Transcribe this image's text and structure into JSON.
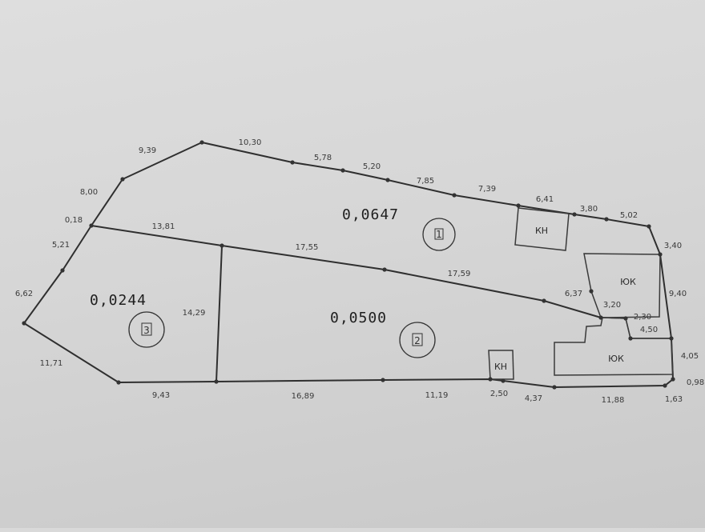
{
  "plots": [
    {
      "number": "1",
      "area": "0,0647"
    },
    {
      "number": "2",
      "area": "0,0500"
    },
    {
      "number": "3",
      "area": "0,0244"
    }
  ],
  "buildings": {
    "kn_top": "КН",
    "kn_bottom": "КН",
    "yuk_top": "ЮК",
    "yuk_bottom": "ЮК"
  },
  "dimensions": {
    "d_9_39": "9,39",
    "d_10_30": "10,30",
    "d_5_78": "5,78",
    "d_5_20": "5,20",
    "d_7_85": "7,85",
    "d_7_39": "7,39",
    "d_6_41": "6,41",
    "d_3_80": "3,80",
    "d_5_02": "5,02",
    "d_3_40": "3,40",
    "d_9_40": "9,40",
    "d_4_05": "4,05",
    "d_0_98": "0,98",
    "d_1_63": "1,63",
    "d_11_88": "11,88",
    "d_4_37": "4,37",
    "d_2_50": "2,50",
    "d_11_19": "11,19",
    "d_16_89": "16,89",
    "d_9_43": "9,43",
    "d_11_71": "11,71",
    "d_6_62": "6,62",
    "d_5_21": "5,21",
    "d_0_18": "0,18",
    "d_8_00": "8,00",
    "d_13_81": "13,81",
    "d_17_55": "17,55",
    "d_17_59": "17,59",
    "d_14_29": "14,29",
    "d_6_37": "6,37",
    "d_3_20": "3,20",
    "d_2_30": "2,30",
    "d_4_50": "4,50"
  }
}
